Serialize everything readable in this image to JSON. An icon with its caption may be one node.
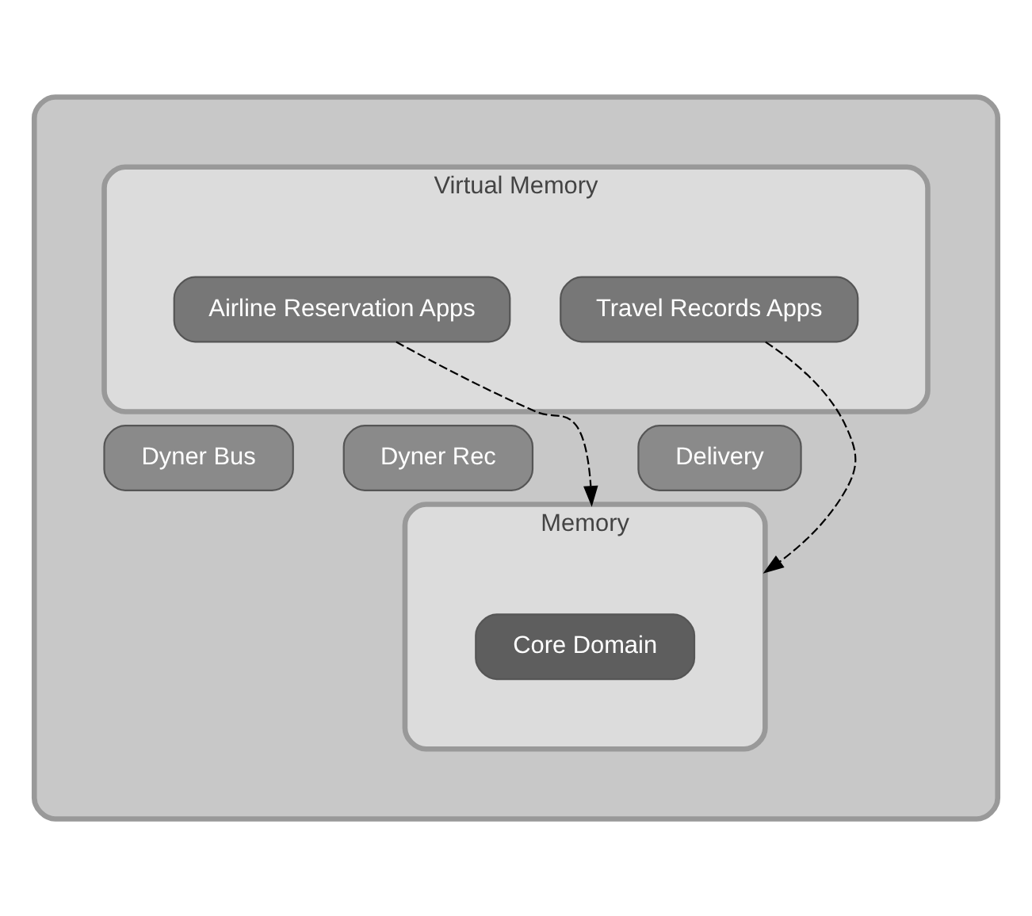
{
  "diagram": {
    "nodes": [
      {
        "text": [],
        "shape": "box"
      },
      {
        "text": [
          "Virtual Memory"
        ],
        "in": 0
      },
      {
        "text": [
          "Airline Reservation Apps"
        ],
        "in": 1
      },
      {
        "text": [
          "Travel Records Apps"
        ],
        "in": 1
      },
      {
        "text": [
          "Dyner Bus"
        ],
        "in": 0
      },
      {
        "text": [
          "Dyner Rec"
        ],
        "in": 0
      },
      {
        "text": [
          "Delivery"
        ],
        "in": 0
      },
      {
        "text": [
          "Memory"
        ],
        "in": 0
      },
      {
        "text": [
          "Core Domain"
        ],
        "in": 7
      }
    ],
    "edges": [
      {
        "from": 2,
        "to": 7,
        "arrow": "to",
        "style": "dashed"
      },
      {
        "from": 3,
        "to": 7,
        "arrow": "to",
        "style": "dashed"
      }
    ]
  }
}
